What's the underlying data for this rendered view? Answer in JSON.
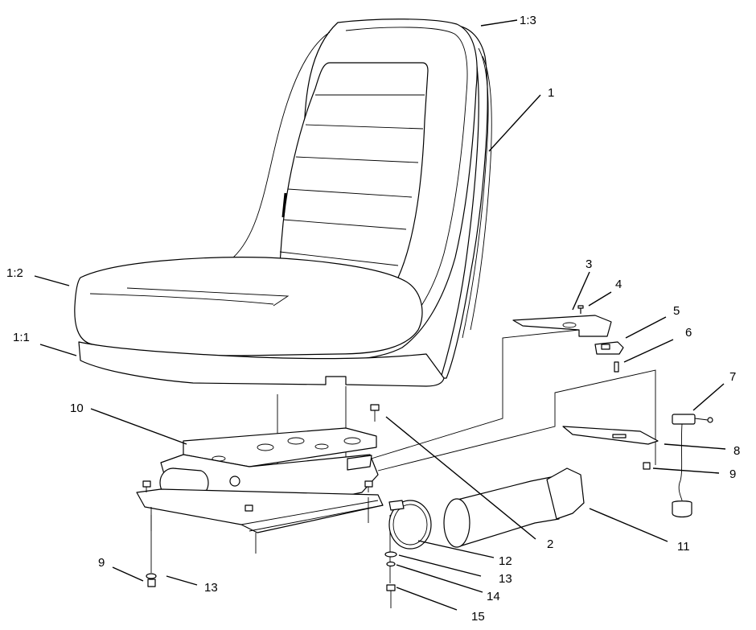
{
  "callouts": [
    {
      "id": "1-3",
      "text": "1:3"
    },
    {
      "id": "1",
      "text": "1"
    },
    {
      "id": "1-2",
      "text": "1:2"
    },
    {
      "id": "1-1",
      "text": "1:1"
    },
    {
      "id": "3",
      "text": "3"
    },
    {
      "id": "4",
      "text": "4"
    },
    {
      "id": "5",
      "text": "5"
    },
    {
      "id": "6",
      "text": "6"
    },
    {
      "id": "7",
      "text": "7"
    },
    {
      "id": "8",
      "text": "8"
    },
    {
      "id": "9a",
      "text": "9"
    },
    {
      "id": "10",
      "text": "10"
    },
    {
      "id": "2",
      "text": "2"
    },
    {
      "id": "11",
      "text": "11"
    },
    {
      "id": "12",
      "text": "12"
    },
    {
      "id": "13a",
      "text": "13"
    },
    {
      "id": "14",
      "text": "14"
    },
    {
      "id": "15",
      "text": "15"
    },
    {
      "id": "9b",
      "text": "9"
    },
    {
      "id": "13b",
      "text": "13"
    }
  ]
}
